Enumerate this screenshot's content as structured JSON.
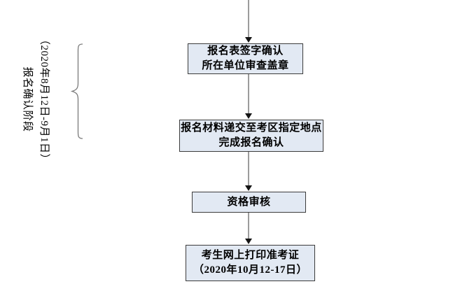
{
  "side_label": {
    "line1": "（2020年8月12日-9月1日）",
    "line2": "报名确认阶段"
  },
  "boxes": [
    {
      "line1": "报名表签字确认",
      "line2": "所在单位审查盖章"
    },
    {
      "line1": "报名材料递交至考区指定地点",
      "line2": "完成报名确认"
    },
    {
      "line1": "资格审核"
    },
    {
      "line1": "考生网上打印准考证",
      "line2": "（2020年10月12-17日）"
    }
  ],
  "colors": {
    "box_fill": "#e2e9f3",
    "box_border": "#3b3b3b",
    "connector": "#9c9c9c",
    "arrowhead": "#151515",
    "brace": "#7a7a7a",
    "text": "#000000",
    "background": "#ffffff"
  }
}
